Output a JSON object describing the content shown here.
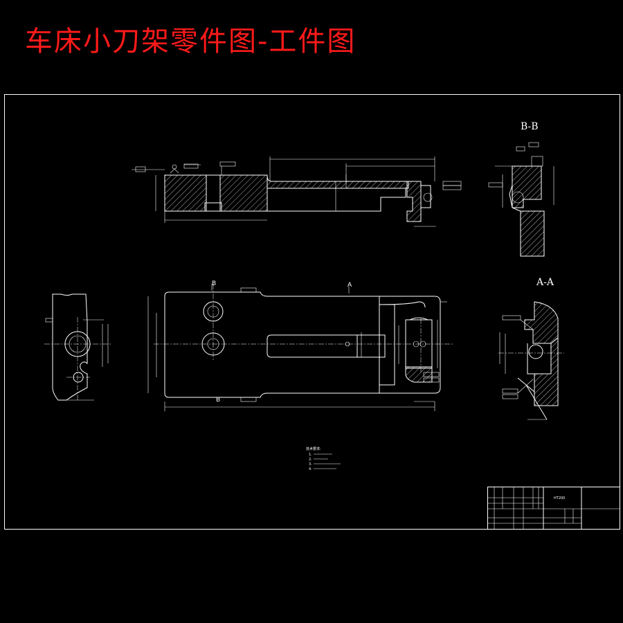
{
  "page": {
    "title": "车床小刀架零件图-工件图",
    "title_color": "#ff1a1a",
    "background": "#000000",
    "line_color": "#ffffff"
  },
  "drawing": {
    "section_bb_label": "B-B",
    "section_aa_label": "A-A",
    "cut_marker_b": "B",
    "cut_marker_a": "A",
    "cut_marker_bb_bottom": "B",
    "material": "HT200",
    "tech_notes": [
      "技术要求:",
      "1.",
      "2.",
      "3.",
      "4."
    ]
  },
  "title_block": {
    "material": "HT200",
    "part_name": ""
  }
}
